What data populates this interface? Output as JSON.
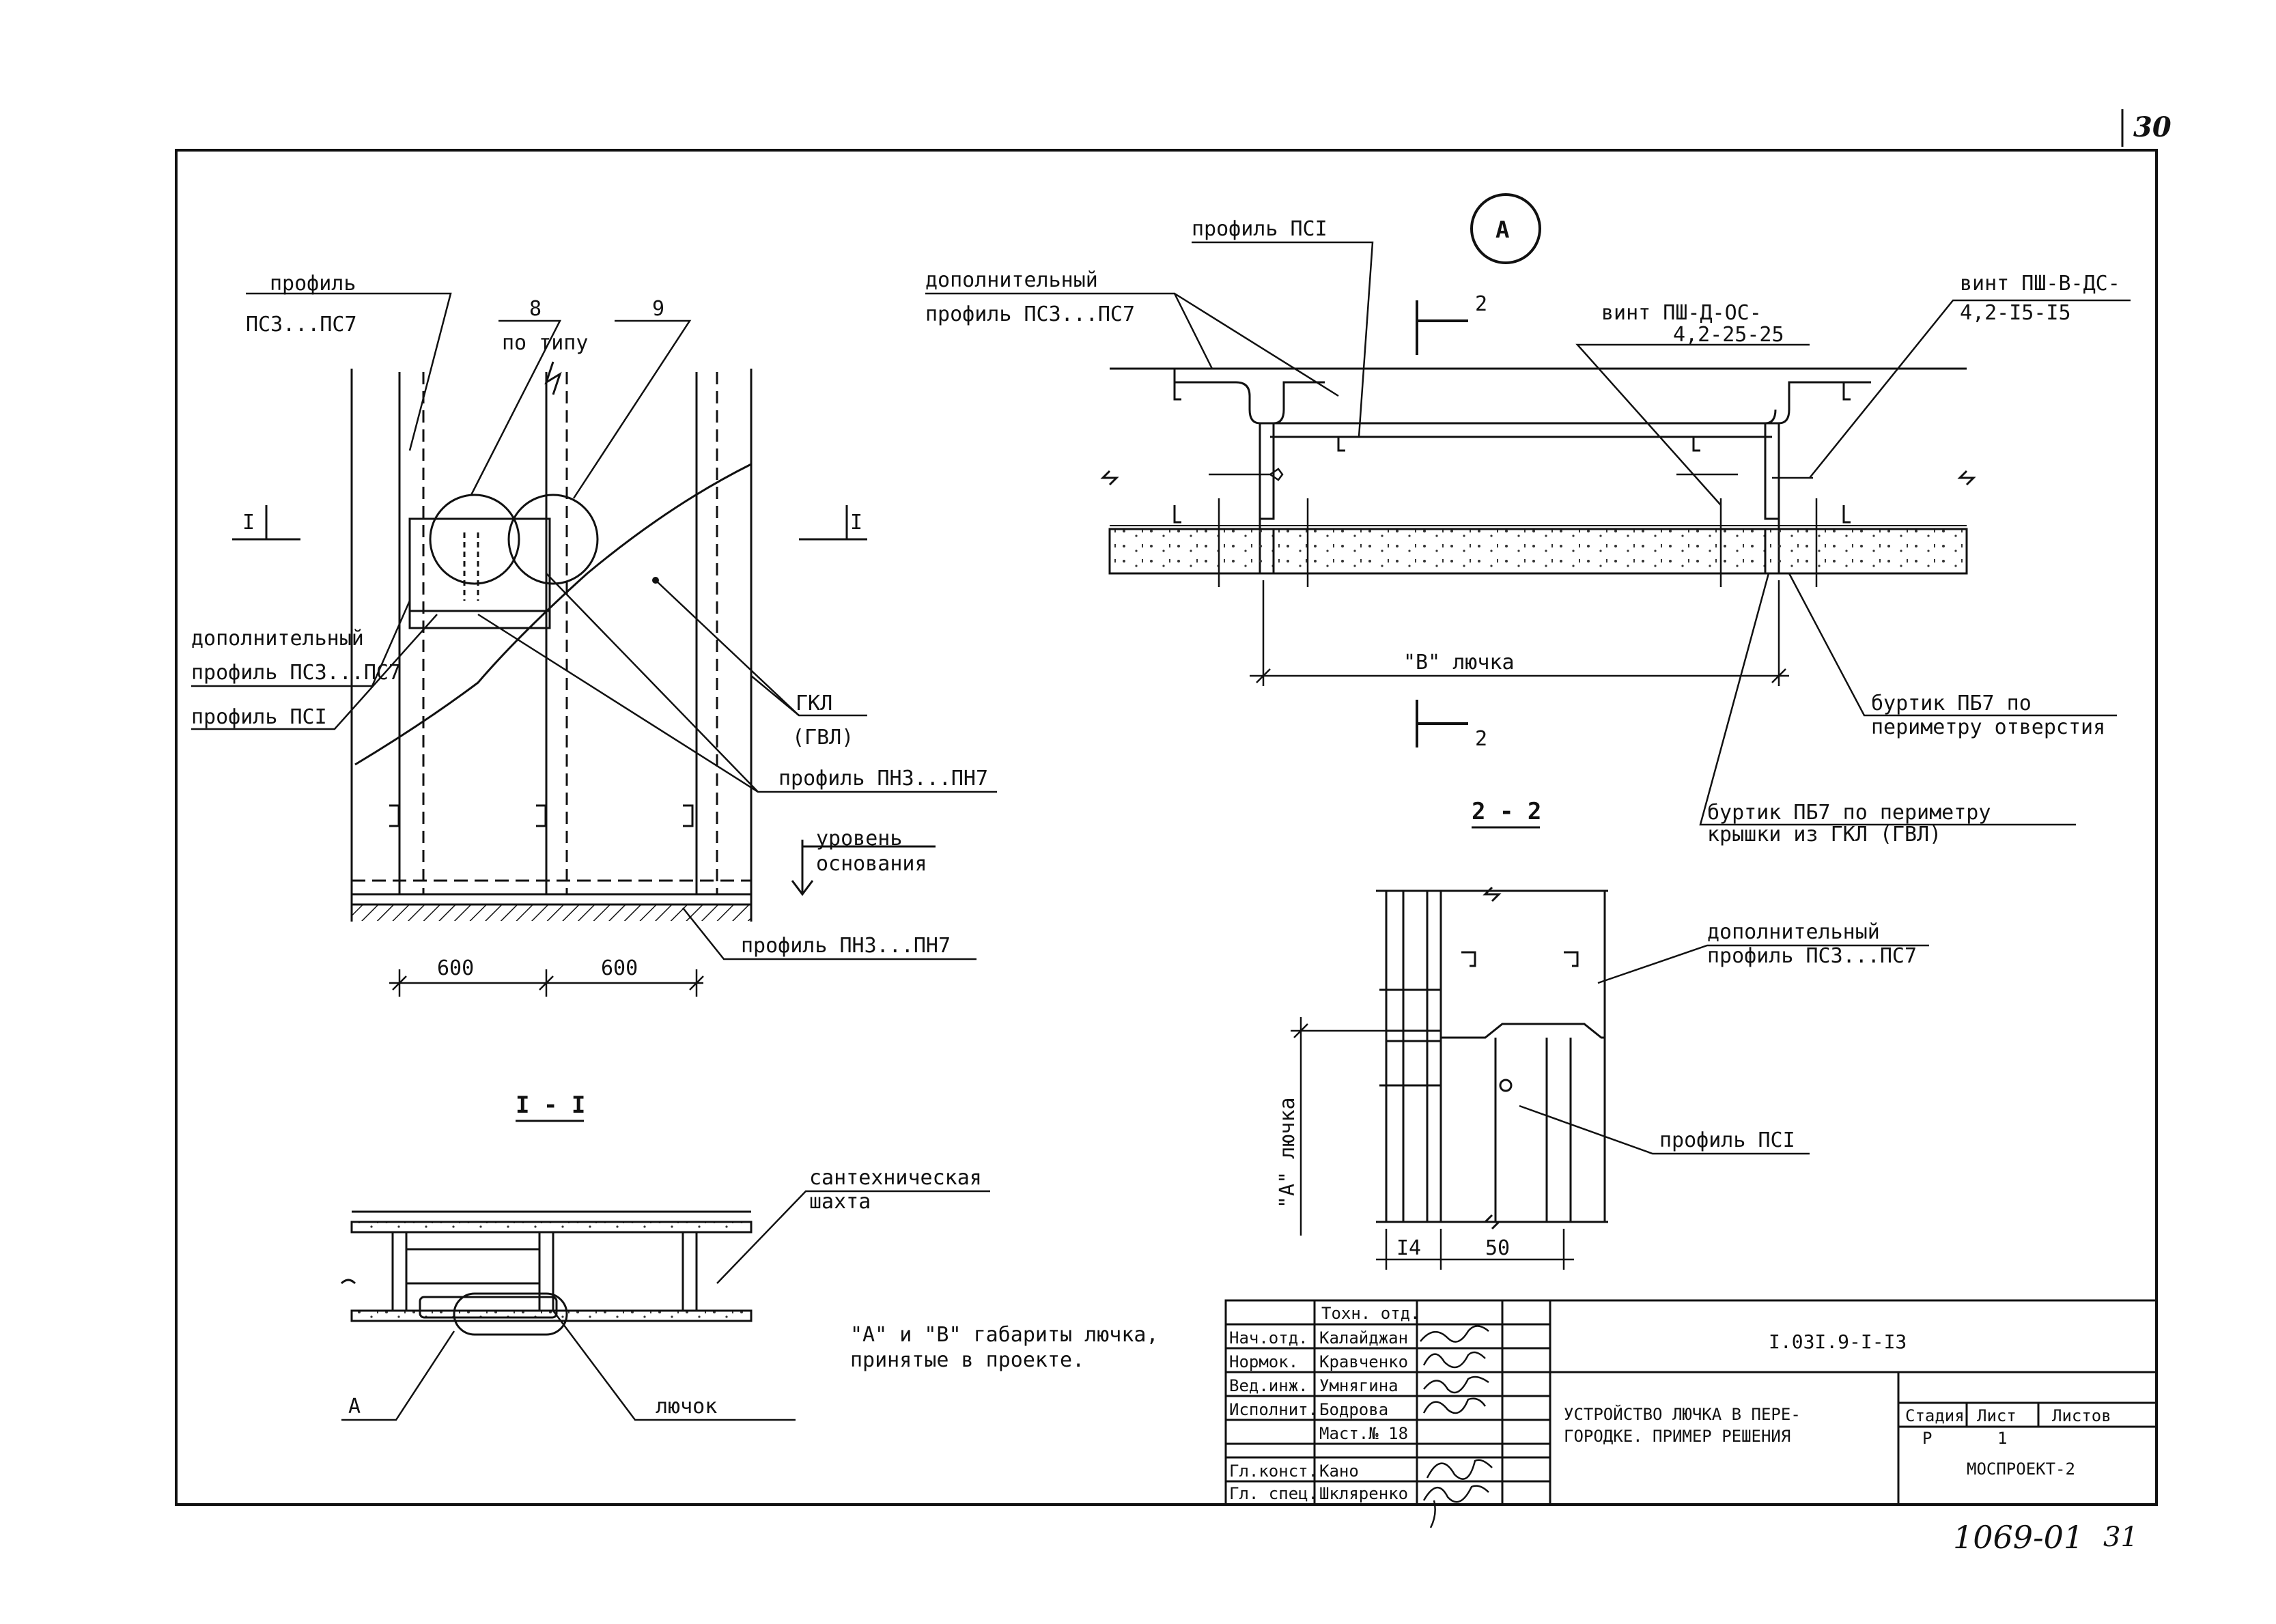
{
  "page_number_top": "30",
  "page_number_bottom": "31",
  "archive_number": "1069-01",
  "callout_a": "A",
  "elevation": {
    "label_profile_ps3": "профиль",
    "label_profile_ps3_b": "ПС3...ПС7",
    "mark_8": "8",
    "mark_9": "9",
    "by_type": "по типу",
    "section_mark_left": "I",
    "section_mark_right": "I",
    "label_extra_profile": "дополнительный",
    "label_extra_profile_b": "профиль ПС3...ПС7",
    "label_profile_ps1": "профиль ПСI",
    "label_gkl": "ГКЛ",
    "label_gvl": "(ГВЛ)",
    "label_pn_top": "профиль ПН3...ПН7",
    "label_level": "уровень",
    "label_level_b": "основания",
    "label_pn_bottom": "профиль ПН3...ПН7",
    "dim_left": "600",
    "dim_right": "600"
  },
  "section_1_1": {
    "title": "I - I",
    "label_shaft": "сантехническая",
    "label_shaft_b": "шахта",
    "label_a": "A",
    "label_hatch": "лючок"
  },
  "note": {
    "line1": "\"A\" и \"B\" габариты лючка,",
    "line2": "принятые в проекте."
  },
  "detail_a": {
    "label_profile_ps1": "профиль ПСI",
    "label_extra": "дополнительный",
    "label_extra_b": "профиль ПС3...ПС7",
    "section_mark_top": "2",
    "section_mark_bottom": "2",
    "label_screw_left": "винт ПШ-Д-ОС-",
    "label_screw_left_b": "4,2-25-25",
    "label_screw_right": "винт ПШ-В-ДС-",
    "label_screw_right_b": "4,2-I5-I5",
    "dim_b": "\"B\" лючка",
    "label_bead_opening": "буртик ПБ7 по",
    "label_bead_opening_b": "периметру отверстия",
    "label_bead_cover": "буртик ПБ7 по периметру",
    "label_bead_cover_b": "крышки из ГКЛ (ГВЛ)"
  },
  "section_2_2": {
    "title": "2 - 2",
    "label_extra": "дополнительный",
    "label_extra_b": "профиль ПС3...ПС7",
    "label_profile_ps1": "профиль ПСI",
    "dim_a": "\"A\" лючка",
    "dim_14": "I4",
    "dim_50": "50"
  },
  "title_block": {
    "dept": "Тохн. отд.",
    "rows": [
      {
        "role": "Нач.отд.",
        "name": "Калайджан"
      },
      {
        "role": "Нормок.",
        "name": "Кравченко"
      },
      {
        "role": "Вед.инж.",
        "name": "Умнягина"
      },
      {
        "role": "Исполнит.",
        "name": "Бодрова"
      },
      {
        "role": "",
        "name": "Маст.№ 18"
      },
      {
        "role": "Гл.конст.",
        "name": "Кано"
      },
      {
        "role": "Гл. спец.",
        "name": "Шкляренко"
      }
    ],
    "doc_code": "I.03I.9-I-I3",
    "title_line1": "УСТРОЙСТВО ЛЮЧКА В ПЕРЕ-",
    "title_line2": "ГОРОДКЕ. ПРИМЕР РЕШЕНИЯ",
    "stage_hdr": "Стадия",
    "sheet_hdr": "Лист",
    "sheets_hdr": "Листов",
    "stage_val": "Р",
    "sheet_val": "1",
    "org": "МОСПРОЕКТ-2"
  }
}
